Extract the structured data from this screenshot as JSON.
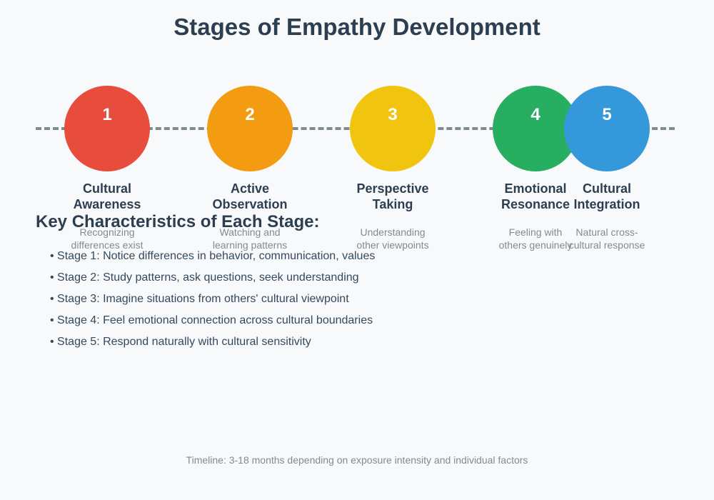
{
  "title": "Stages of Empathy Development",
  "colors": {
    "stage_1": "#e74c3c",
    "stage_2": "#f39c12",
    "stage_3": "#f1c40f",
    "stage_4": "#27ae60",
    "stage_5": "#3498db",
    "timeline": "#7f8c8d",
    "background": "#f8f9fa"
  },
  "stages": [
    {
      "number": "1",
      "name_line1": "Cultural",
      "name_line2": "Awareness",
      "desc_line1": "Recognizing",
      "desc_line2": "differences exist"
    },
    {
      "number": "2",
      "name_line1": "Active",
      "name_line2": "Observation",
      "desc_line1": "Watching and",
      "desc_line2": "learning patterns"
    },
    {
      "number": "3",
      "name_line1": "Perspective",
      "name_line2": "Taking",
      "desc_line1": "Understanding",
      "desc_line2": "other viewpoints"
    },
    {
      "number": "4",
      "name_line1": "Emotional",
      "name_line2": "Resonance",
      "desc_line1": "Feeling with",
      "desc_line2": "others genuinely"
    },
    {
      "number": "5",
      "name_line1": "Cultural",
      "name_line2": "Integration",
      "desc_line1": "Natural cross-",
      "desc_line2": "cultural response"
    }
  ],
  "characteristics": {
    "heading": "Key Characteristics of Each Stage:",
    "items": [
      "• Stage 1: Notice differences in behavior, communication, values",
      "• Stage 2: Study patterns, ask questions, seek understanding",
      "• Stage 3: Imagine situations from others' cultural viewpoint",
      "• Stage 4: Feel emotional connection across cultural boundaries",
      "• Stage 5: Respond naturally with cultural sensitivity"
    ]
  },
  "footer": "Timeline: 3-18 months depending on exposure intensity and individual factors"
}
